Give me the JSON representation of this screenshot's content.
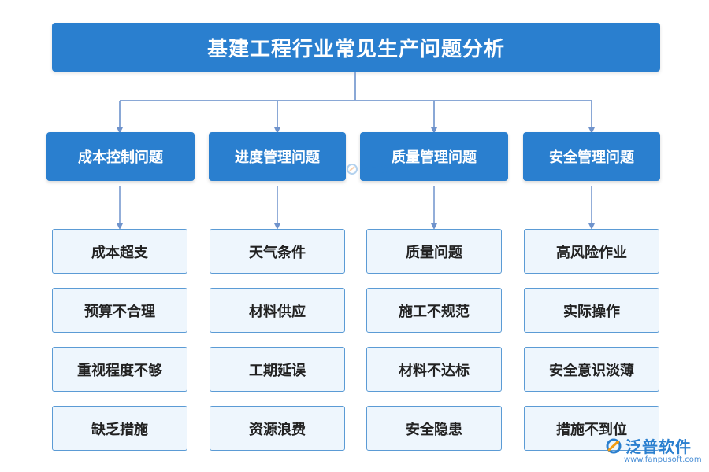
{
  "title": "基建工程行业常见生产问题分析",
  "categories": [
    {
      "label": "成本控制问题",
      "items": [
        "成本超支",
        "预算不合理",
        "重视程度不够",
        "缺乏措施"
      ]
    },
    {
      "label": "进度管理问题",
      "items": [
        "天气条件",
        "材料供应",
        "工期延误",
        "资源浪费"
      ]
    },
    {
      "label": "质量管理问题",
      "items": [
        "质量问题",
        "施工不规范",
        "材料不达标",
        "安全隐患"
      ]
    },
    {
      "label": "安全管理问题",
      "items": [
        "高风险作业",
        "实际操作",
        "安全意识淡薄",
        "措施不到位"
      ]
    }
  ],
  "watermark": {
    "text": "泛普软件"
  },
  "brand": {
    "name": "泛普软件",
    "url": "www.fanpusoft.com"
  },
  "colors": {
    "primary": "#2a7fcf",
    "item_bg": "#eef6fd",
    "item_border": "#5b9bd5",
    "connector": "#8aa8d6"
  }
}
